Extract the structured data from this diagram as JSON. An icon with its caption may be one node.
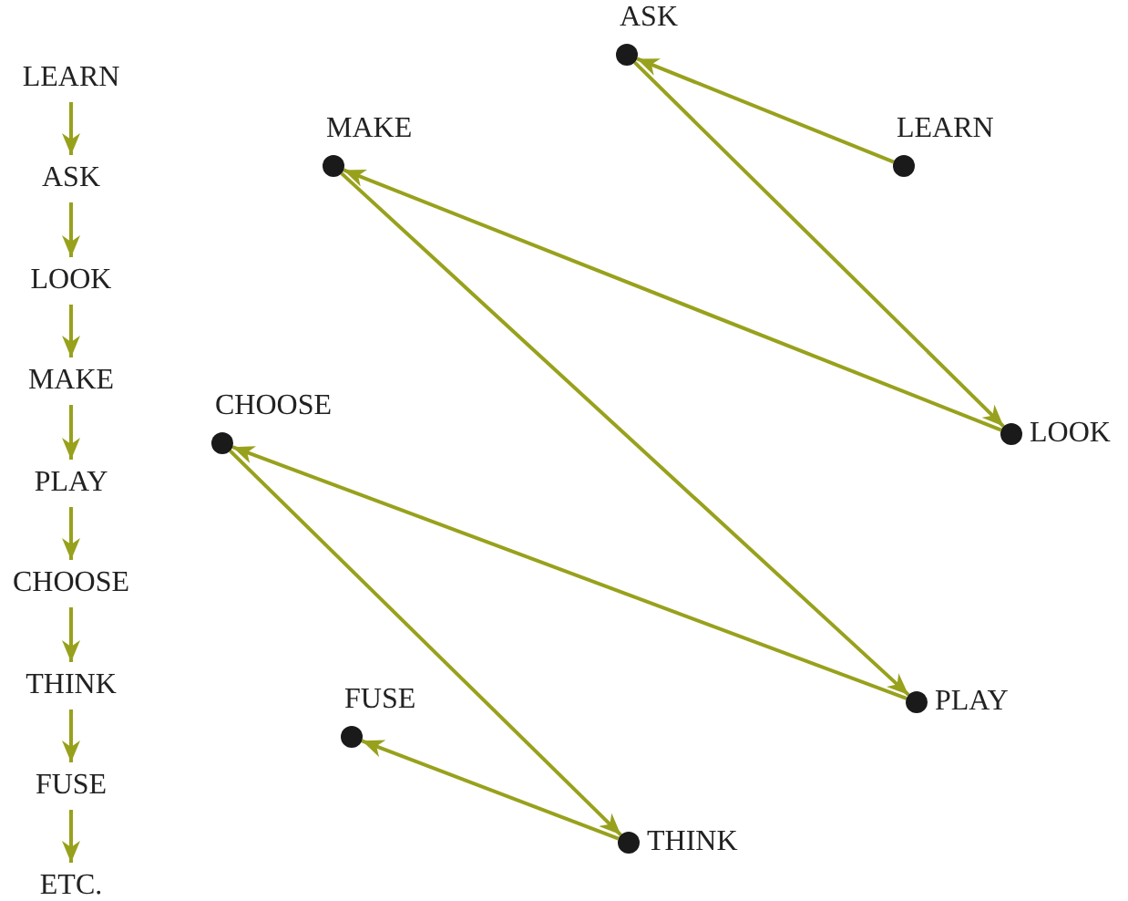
{
  "diagram": {
    "nodes": [
      {
        "text": [
          "LEARN"
        ]
      },
      {
        "text": [
          "ASK"
        ]
      },
      {
        "text": [
          "LOOK"
        ]
      },
      {
        "text": [
          "MAKE"
        ]
      },
      {
        "text": [
          "PLAY"
        ]
      },
      {
        "text": [
          "CHOOSE"
        ]
      },
      {
        "text": [
          "THINK"
        ]
      },
      {
        "text": [
          "FUSE"
        ]
      },
      {
        "text": [
          "ETC."
        ]
      },
      {
        "text": [],
        "shape": "circle",
        "beside": [
          "ASK"
        ]
      },
      {
        "text": [],
        "shape": "circle",
        "beside": [
          "MAKE"
        ]
      },
      {
        "text": [],
        "shape": "circle",
        "beside": [
          "LEARN"
        ]
      },
      {
        "text": [],
        "shape": "circle",
        "beside": [
          "LOOK"
        ]
      },
      {
        "text": [],
        "shape": "circle",
        "beside": [
          "CHOOSE"
        ]
      },
      {
        "text": [],
        "shape": "circle",
        "beside": [
          "PLAY"
        ]
      },
      {
        "text": [],
        "shape": "circle",
        "beside": [
          "FUSE"
        ]
      },
      {
        "text": [],
        "shape": "circle",
        "beside": [
          "THINK"
        ]
      }
    ],
    "edges": [
      {
        "from": 0,
        "to": 1,
        "arrow": "to"
      },
      {
        "from": 1,
        "to": 2,
        "arrow": "to"
      },
      {
        "from": 2,
        "to": 3,
        "arrow": "to"
      },
      {
        "from": 3,
        "to": 4,
        "arrow": "to"
      },
      {
        "from": 4,
        "to": 5,
        "arrow": "to"
      },
      {
        "from": 5,
        "to": 6,
        "arrow": "to"
      },
      {
        "from": 6,
        "to": 7,
        "arrow": "to"
      },
      {
        "from": 7,
        "to": 8,
        "arrow": "to"
      },
      {
        "from": 11,
        "to": 9,
        "arrow": "to"
      },
      {
        "from": 9,
        "to": 12,
        "arrow": "to"
      },
      {
        "from": 12,
        "to": 10,
        "arrow": "to"
      },
      {
        "from": 10,
        "to": 14,
        "arrow": "to"
      },
      {
        "from": 14,
        "to": 13,
        "arrow": "to"
      },
      {
        "from": 13,
        "to": 16,
        "arrow": "to"
      },
      {
        "from": 16,
        "to": 15,
        "arrow": "to"
      }
    ]
  }
}
